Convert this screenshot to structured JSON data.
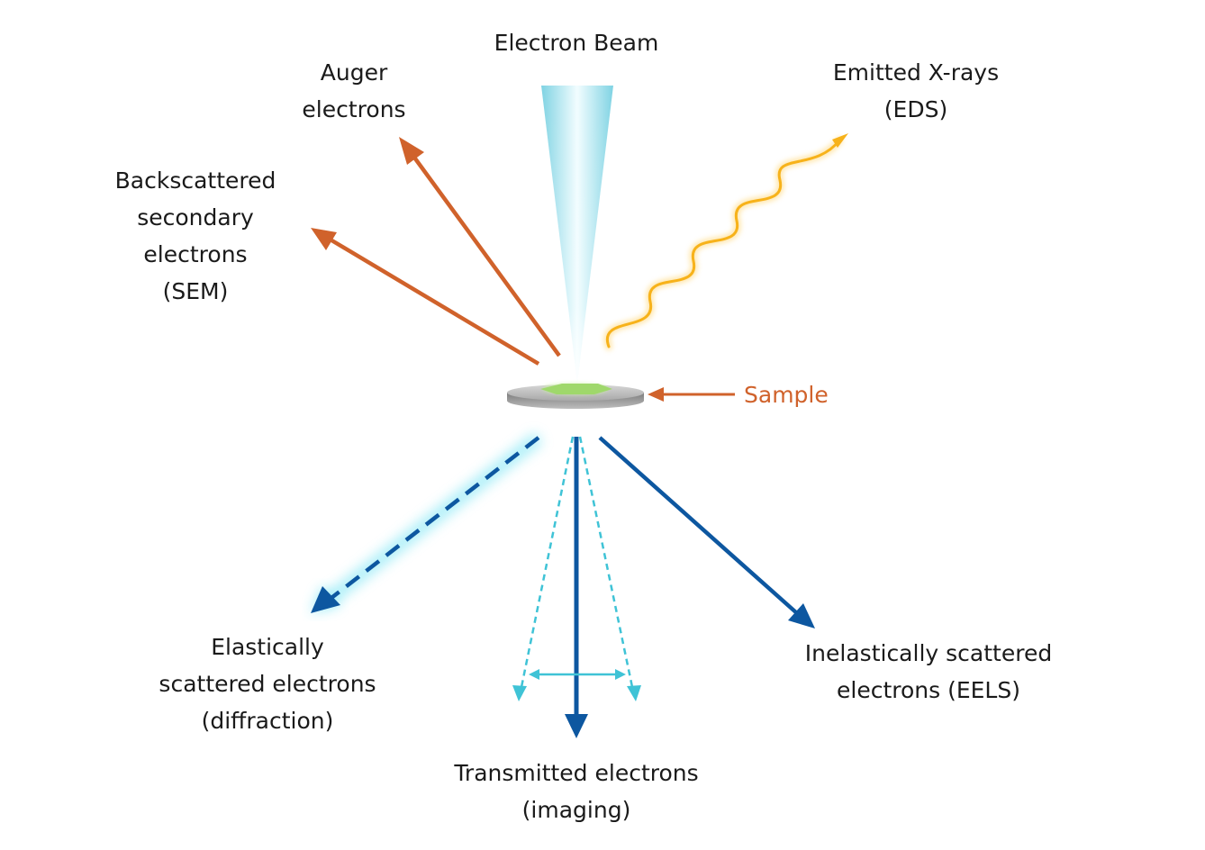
{
  "labels": {
    "electron_beam": "Electron Beam",
    "auger": [
      "Auger",
      "electrons"
    ],
    "backscattered": [
      "Backscattered",
      "secondary",
      "electrons",
      "(SEM)"
    ],
    "xrays": [
      "Emitted X-rays",
      "(EDS)"
    ],
    "sample": "Sample",
    "elastic": [
      "Elastically",
      "scattered electrons",
      "(diffraction)"
    ],
    "transmitted": [
      "Transmitted electrons",
      "(imaging)"
    ],
    "inelastic": [
      "Inelastically scattered",
      "electrons (EELS)"
    ]
  },
  "colors": {
    "orange": "#d0622b",
    "dark_blue": "#0d57a0",
    "light_blue": "#3fc3d6",
    "beam_cyan": "#8fdbe8",
    "xray_yellow": "#f7b21a",
    "sample_gray": "#9a9a9a",
    "sample_green": "#9fd86b"
  }
}
